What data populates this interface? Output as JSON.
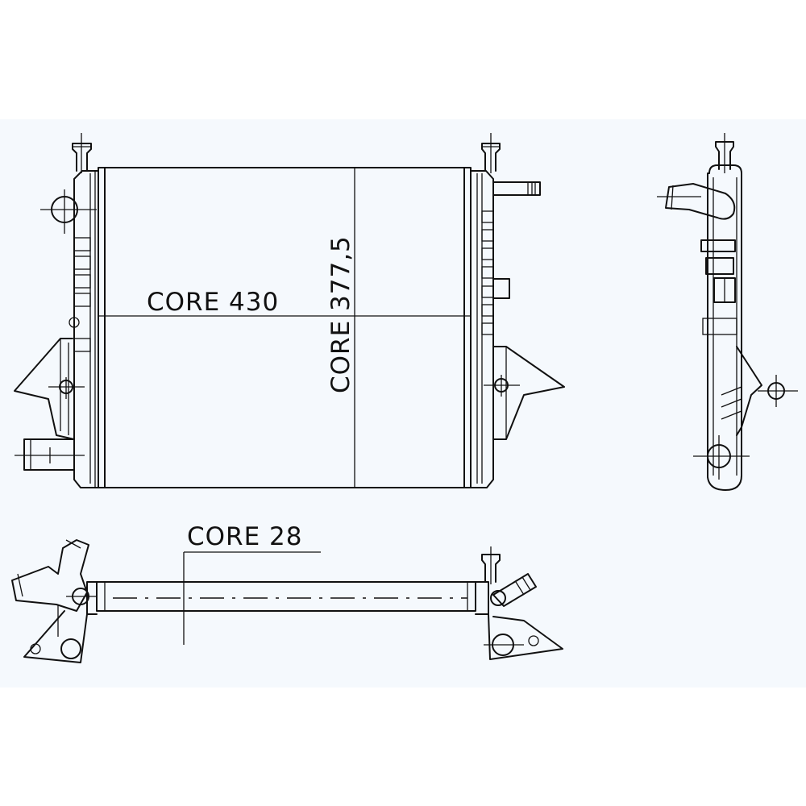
{
  "labels": {
    "core_width": "CORE 430",
    "core_height": "CORE 377,5",
    "core_depth": "CORE 28"
  },
  "colors": {
    "background": "#ffffff",
    "sheet": "#f5f9fd",
    "line": "#111111"
  }
}
